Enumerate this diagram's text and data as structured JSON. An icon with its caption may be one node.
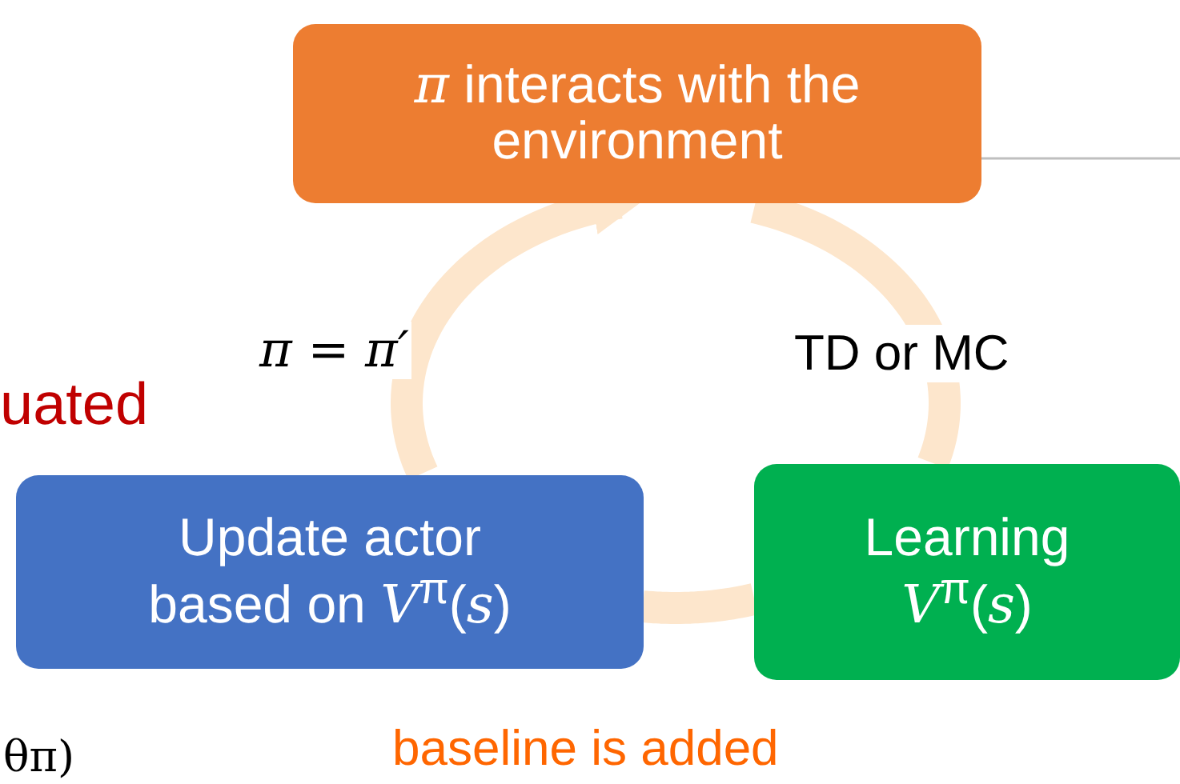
{
  "diagram": {
    "nodes": [
      {
        "text": [
          "*π* interacts with the environment"
        ]
      },
      {
        "text": [
          "Learning *V*$^{π}$(*s*)"
        ]
      },
      {
        "text": [
          "Update actor based on *V*$^{π}$(*s*)"
        ]
      }
    ],
    "edges": [
      {
        "from": 0,
        "to": 1,
        "arrow": "none",
        "label": "TD or MC"
      },
      {
        "from": 1,
        "to": 2,
        "arrow": "none"
      },
      {
        "from": 2,
        "to": 0,
        "arrow": "to",
        "label": "π = π′"
      },
      {
        "from": 0,
        "to": null,
        "arrow": "none",
        "color": "#bfbfbf"
      }
    ],
    "labels": [
      "uated",
      "baseline is added",
      "θπ)"
    ]
  }
}
